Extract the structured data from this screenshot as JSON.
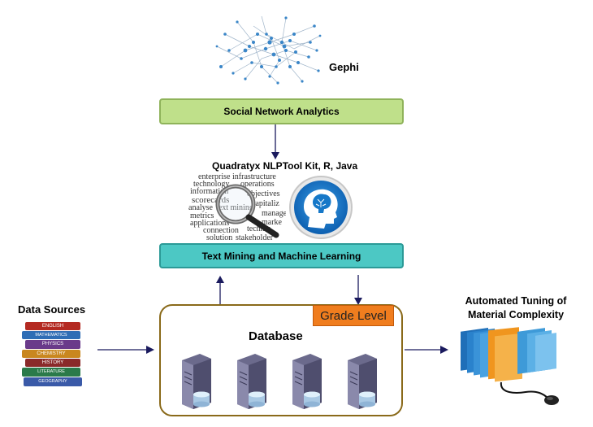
{
  "gephi": {
    "label": "Gephi"
  },
  "social": {
    "label": "Social Network Analytics"
  },
  "toolkit": {
    "label": "Quadratyx NLPTool Kit, R, Java"
  },
  "wordcloud": {
    "words": [
      "enterprise",
      "infrastructure",
      "technology",
      "operations",
      "information",
      "objectives",
      "scorecards",
      "capitaliz",
      "analyse",
      "text mining",
      "manage",
      "metrics",
      "applications",
      "marke",
      "connection",
      "technic",
      "solution",
      "stakeholder"
    ]
  },
  "textmining": {
    "label": "Text Mining and Machine Learning"
  },
  "sources": {
    "label": "Data Sources",
    "books": [
      "ENGLISH",
      "MATHEMATICS",
      "PHYSICS",
      "CHEMISTRY",
      "HISTORY",
      "LITERATURE",
      "GEOGRAPHY"
    ]
  },
  "database": {
    "label": "Database",
    "grade": "Grade Level"
  },
  "output": {
    "line1": "Automated Tuning of",
    "line2": "Material Complexity"
  },
  "colors": {
    "green_box": "#bfe08a",
    "teal_box": "#4cc8c4",
    "grade_badge": "#f07d1e",
    "arrow": "#1a1a5e",
    "db_border": "#8a6a1a"
  }
}
